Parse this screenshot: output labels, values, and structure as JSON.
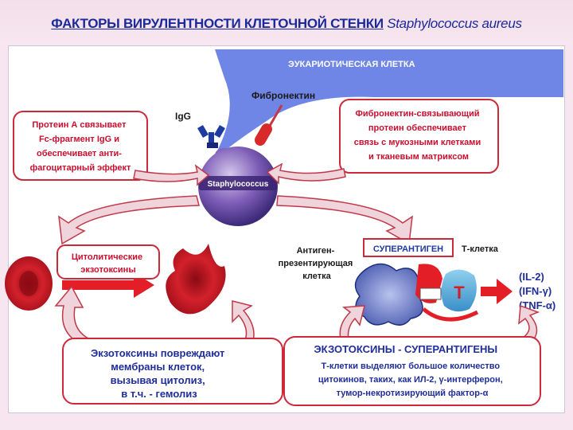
{
  "title": {
    "main": "ФАКТОРЫ ВИРУЛЕНТНОСТИ КЛЕТОЧНОЙ СТЕНКИ",
    "species": "Staphylococcus aureus"
  },
  "eukaryotic_cell_label": "ЭУКАРИОТИЧЕСКАЯ КЛЕТКА",
  "fibronectin_label": "Фибронектин",
  "igg_label": "IgG",
  "staph_label": "Staphylococcus",
  "protein_a_box": {
    "lines": [
      "Протеин А связывает",
      "Fc-фрагмент IgG и",
      "обеспечивает анти-",
      "фагоцитарный эффект"
    ]
  },
  "fibronectin_box": {
    "lines": [
      "Фибронектин-связывающий",
      "протеин обеспечивает",
      "связь с мукозными клетками",
      "и тканевым матриксом"
    ]
  },
  "cytolytic_box": {
    "lines": [
      "Цитолитические",
      "экзотоксины"
    ]
  },
  "antigen_cell_label": {
    "lines": [
      "Антиген-",
      "презентирующая",
      "клетка"
    ]
  },
  "superantigen_label": "СУПЕРАНТИГЕН",
  "t_cell_label": "Т-клетка",
  "t_letter": "T",
  "cytokines": [
    "(IL-2)",
    "(IFN-γ)",
    "(TNF-α)"
  ],
  "exotoxin_box": {
    "lines": [
      "Экзотоксины повреждают",
      "мембраны клеток,",
      "вызывая цитолиз,",
      "в т.ч.  -  гемолиз"
    ]
  },
  "superantigen_box": {
    "lines": [
      "ЭКЗОТОКСИНЫ - СУПЕРАНТИГЕНЫ",
      "Т-клетки выделяют большое количество",
      "цитокинов, таких, как ИЛ-2, γ-интерферон,",
      "тумор-некротизирующий фактор-α"
    ]
  },
  "colors": {
    "title": "#1b2a9a",
    "cell_blue": "#6f86e6",
    "red_text": "#c8102e",
    "box_border": "#cc2a3a",
    "arrow_fill": "#f0d4dc",
    "arrow_stroke": "#c0394a"
  }
}
